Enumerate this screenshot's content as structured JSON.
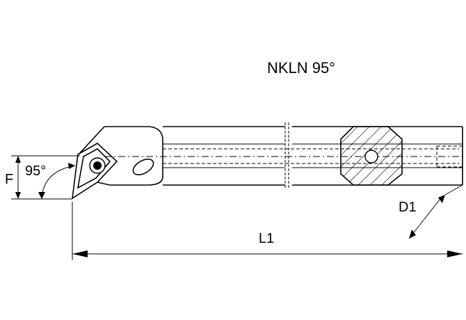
{
  "title": "NKLN 95°",
  "labels": {
    "angle": "95°",
    "f": "F",
    "d1": "D1",
    "l1": "L1"
  },
  "colors": {
    "ink": "#000000",
    "background": "#ffffff"
  }
}
